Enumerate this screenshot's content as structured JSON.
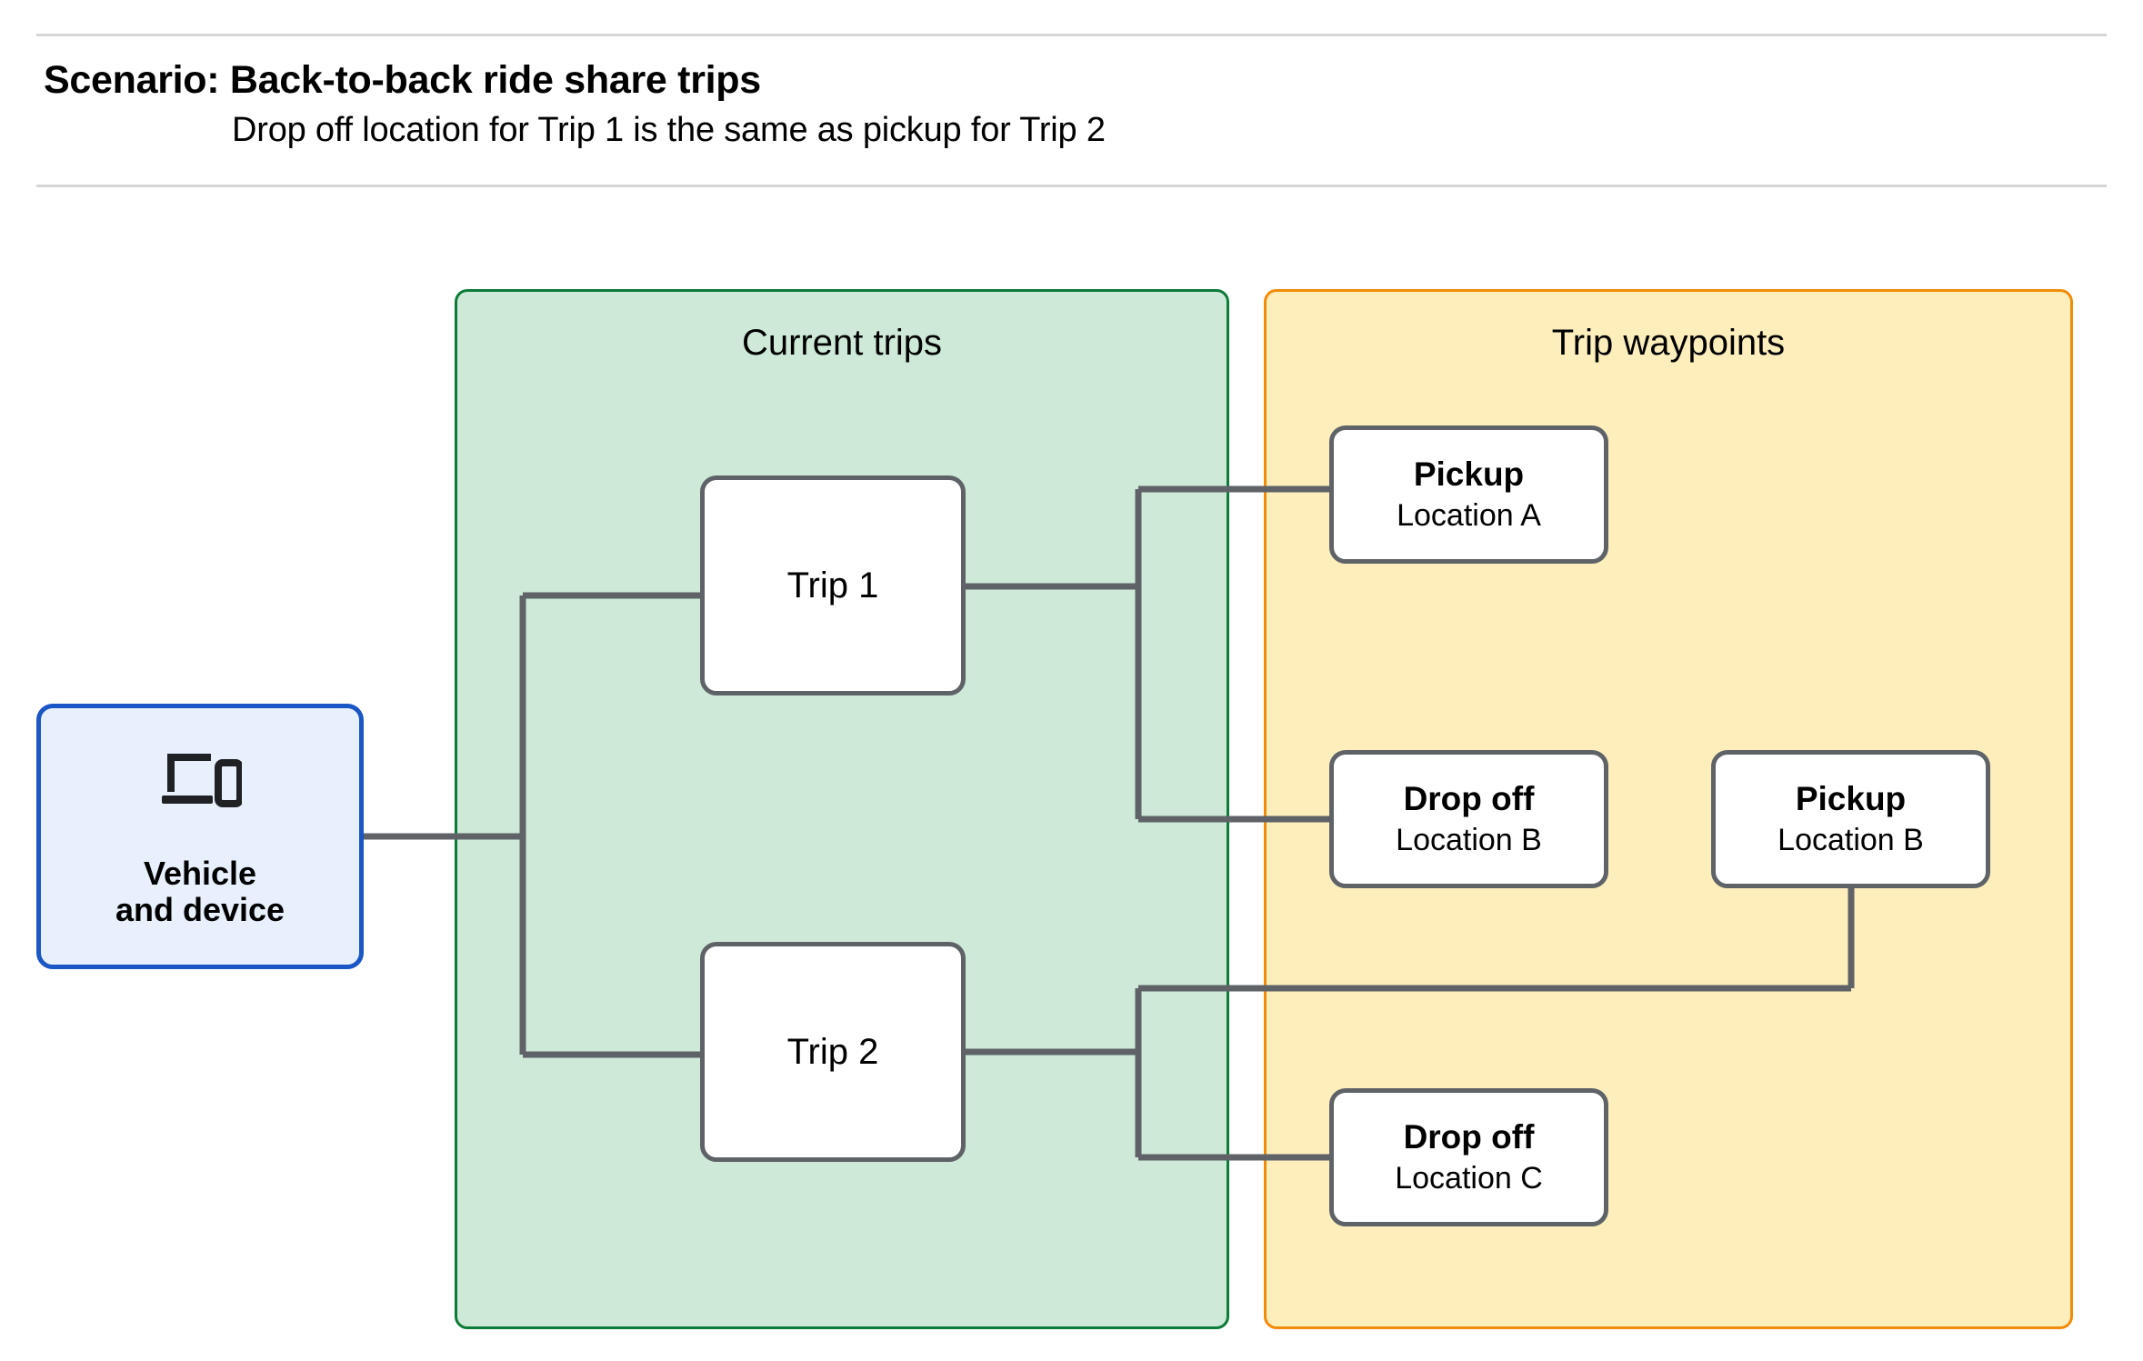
{
  "header": {
    "title": "Scenario: Back-to-back ride share trips",
    "subtitle": "Drop off  location for Trip 1 is the same as pickup for Trip 2"
  },
  "panels": {
    "current_trips": {
      "title": "Current trips",
      "color": "#0b7c38",
      "fill": "#cee9d8"
    },
    "trip_waypoints": {
      "title": "Trip waypoints",
      "color": "#f28b07",
      "fill": "#fdeebc"
    }
  },
  "nodes": {
    "vehicle": {
      "label": "Vehicle\nand device",
      "icon": "laptop-and-phone-icon",
      "border_color": "#1a56c4",
      "fill": "#e8f0fe"
    },
    "trip_1": {
      "label": "Trip 1"
    },
    "trip_2": {
      "label": "Trip 2"
    },
    "pickup_a": {
      "title": "Pickup",
      "subtitle": "Location A"
    },
    "dropoff_b": {
      "title": "Drop off",
      "subtitle": "Location B"
    },
    "pickup_b": {
      "title": "Pickup",
      "subtitle": "Location B"
    },
    "dropoff_c": {
      "title": "Drop off",
      "subtitle": "Location C"
    }
  },
  "connector_color": "#5f6368"
}
